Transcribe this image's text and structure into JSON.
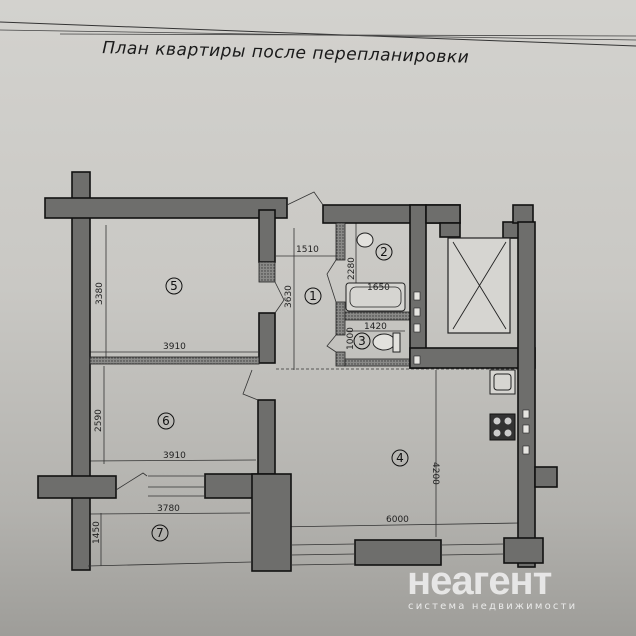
{
  "title": "План квартиры после перепланировки",
  "rooms": [
    {
      "number": "1"
    },
    {
      "number": "2"
    },
    {
      "number": "3"
    },
    {
      "number": "4"
    },
    {
      "number": "5"
    },
    {
      "number": "6"
    },
    {
      "number": "7"
    }
  ],
  "dimensions": {
    "room5_height": "3380",
    "room5_width": "3910",
    "hall_height": "3630",
    "hall_width": "1510",
    "bath_height": "2280",
    "bath_width": "1650",
    "wc_width": "1420",
    "wc_height": "1000",
    "room6_height": "2590",
    "room6_width": "3910",
    "balcony_width": "3780",
    "balcony_height": "1450",
    "kitchen_width": "6000",
    "kitchen_height": "4200"
  },
  "watermark": {
    "brand": "неагент",
    "tagline": "система недвижимости"
  }
}
